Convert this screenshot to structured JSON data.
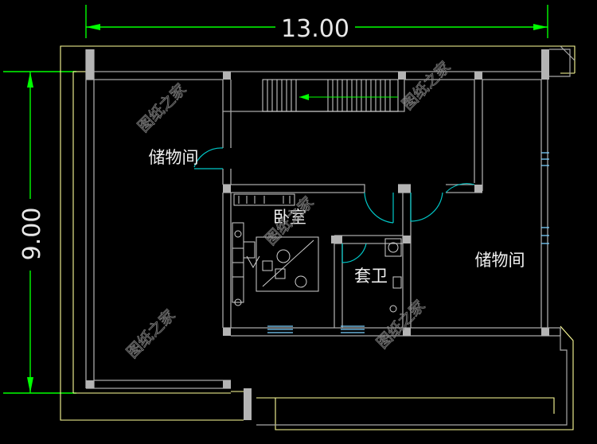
{
  "dimensions": {
    "width_label": "13.00",
    "height_label": "9.00"
  },
  "rooms": {
    "storage_left": "储物间",
    "bedroom": "卧室",
    "ensuite_bath": "套卫",
    "storage_right": "储物间"
  },
  "watermark": {
    "text": "图纸之家"
  },
  "colors": {
    "background": "#000000",
    "dimension_line": "#00ff00",
    "wall": "#a0a0a0",
    "outline": "#ffff99",
    "door": "#00c8c8",
    "window": "#7ad0ff",
    "furniture": "#d0d0d0"
  }
}
